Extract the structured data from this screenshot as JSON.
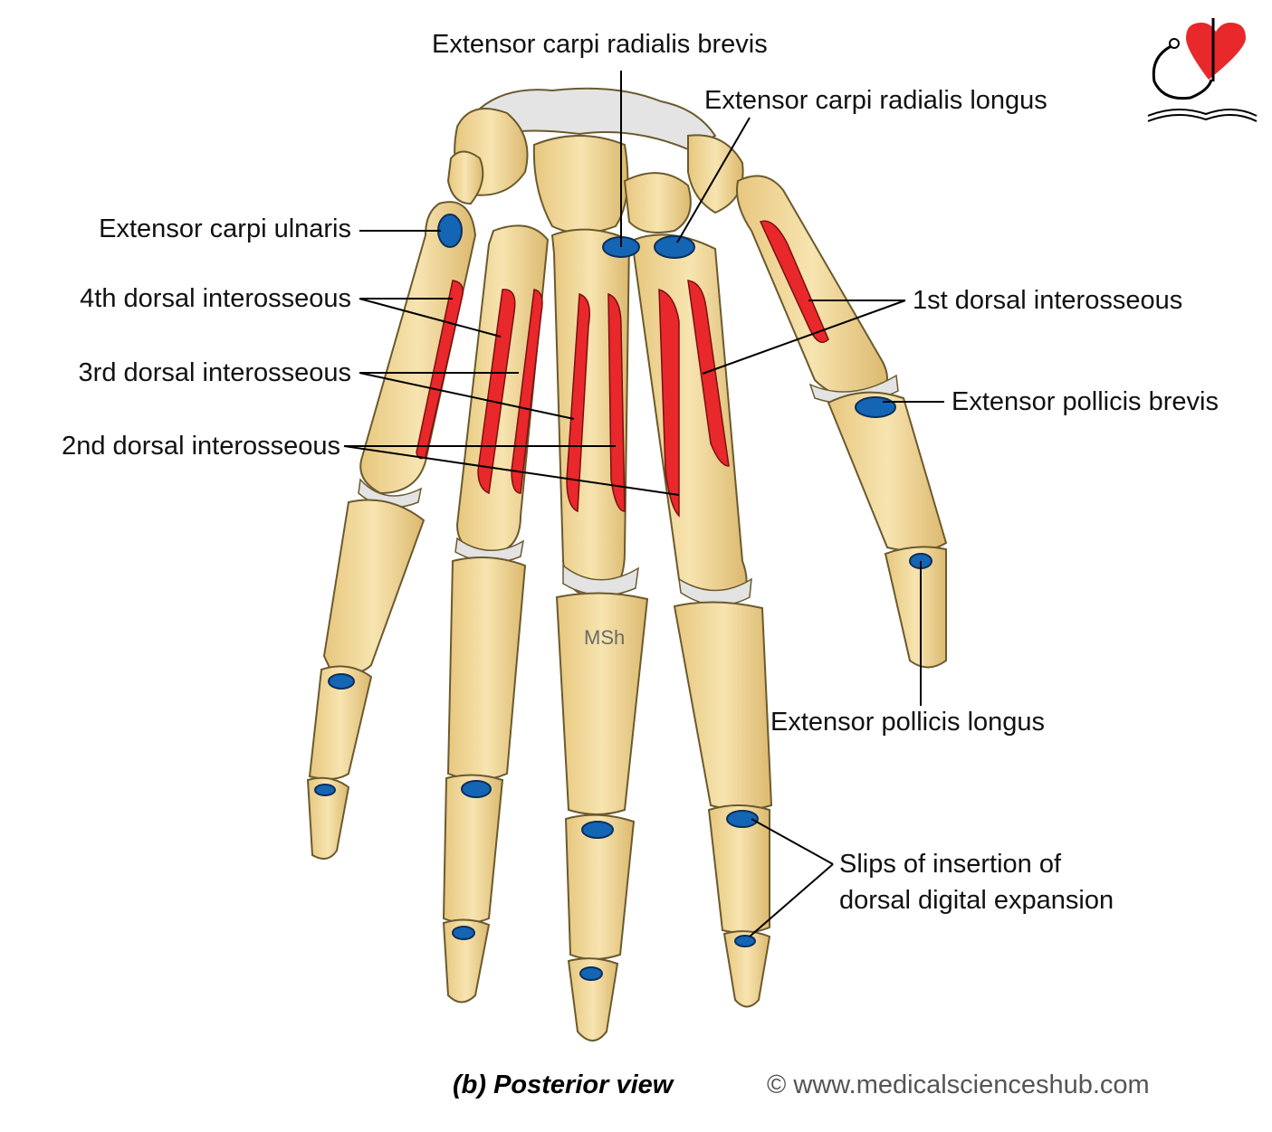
{
  "labels": {
    "ecrb": "Extensor carpi radialis brevis",
    "ecrl": "Extensor carpi radialis  longus",
    "ecu": "Extensor carpi ulnaris",
    "di4": "4th dorsal interosseous",
    "di3": "3rd dorsal interosseous",
    "di2": "2nd dorsal interosseous",
    "di1": "1st dorsal interosseous",
    "epb": "Extensor pollicis brevis",
    "epl": "Extensor pollicis longus",
    "slips_line1": "Slips of insertion of",
    "slips_line2": "dorsal digital expansion"
  },
  "caption": "(b) Posterior view",
  "copyright": "© www.medicalscienceshub.com",
  "watermark": "MSh",
  "colors": {
    "bone": "#f2d89a",
    "bone_shadow": "#d9b66a",
    "cartilage": "#e6e6e6",
    "muscle_origin": "#e8282b",
    "tendon_insertion": "#1565b5",
    "leader_line": "#000000",
    "logo_heart": "#e8282b"
  }
}
